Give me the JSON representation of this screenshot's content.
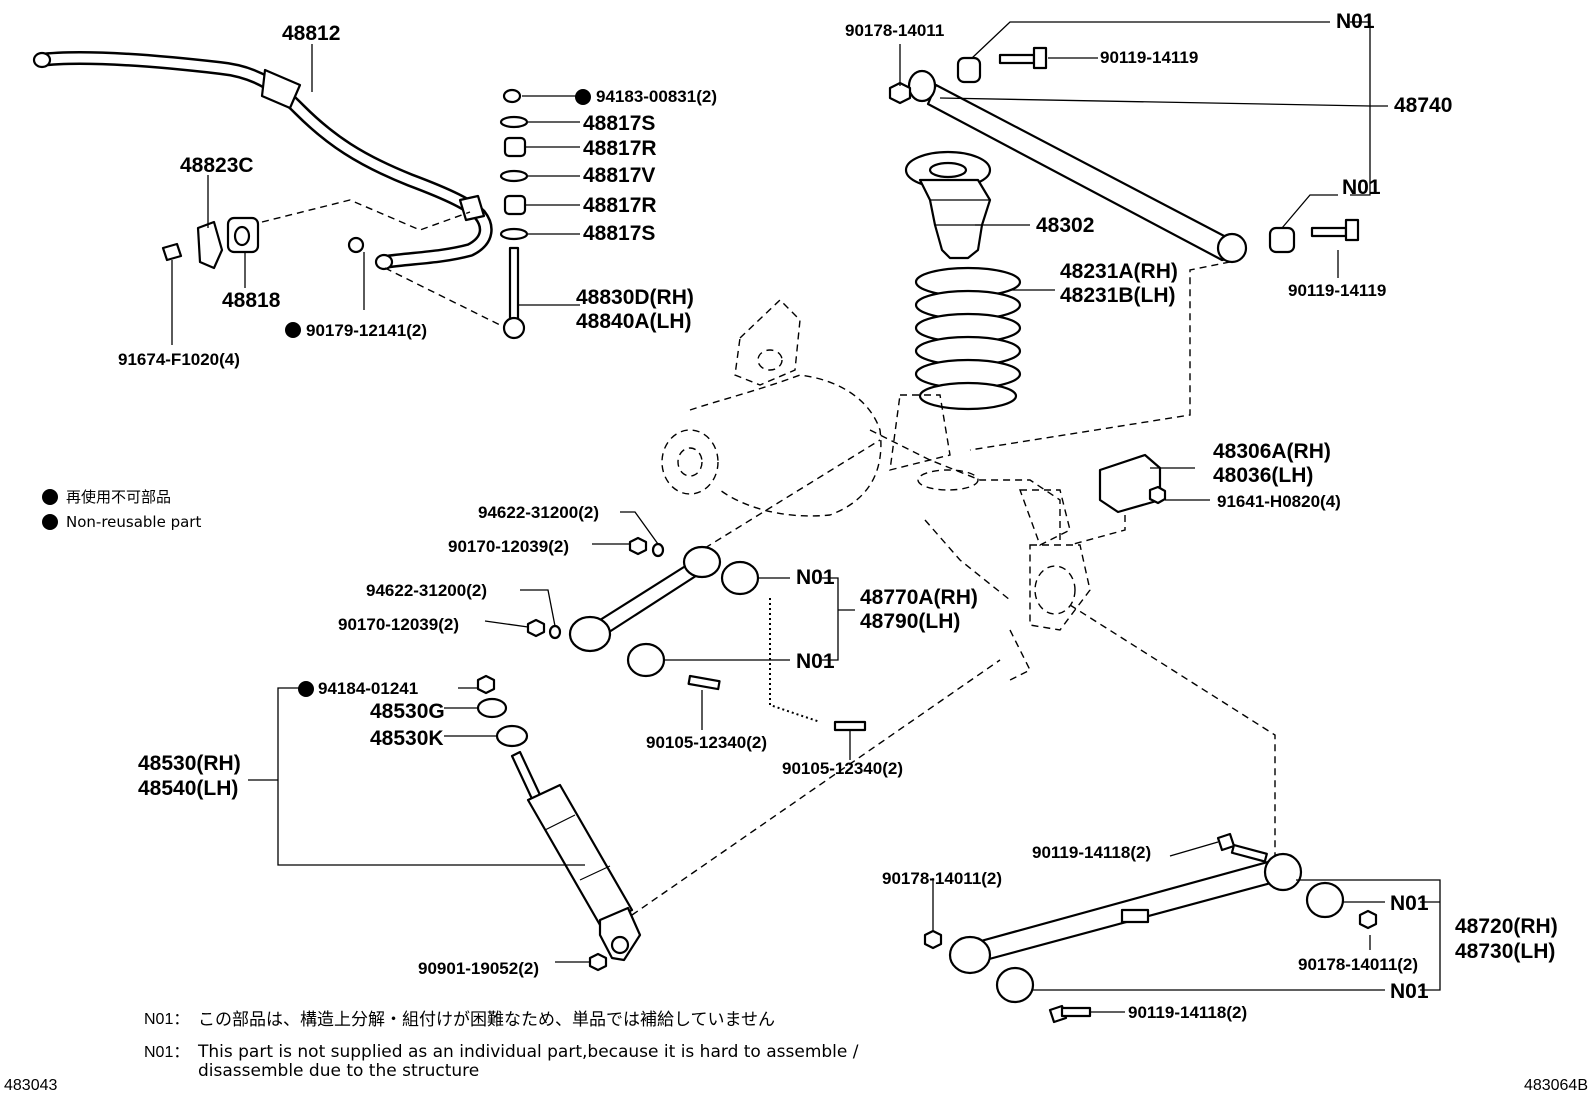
{
  "labels": {
    "p48812": "48812",
    "p48823C": "48823C",
    "p48818": "48818",
    "p91674": "91674-F1020(4)",
    "p90179": "90179-12141(2)",
    "p94183": "94183-00831(2)",
    "p48817S_a": "48817S",
    "p48817R_a": "48817R",
    "p48817V": "48817V",
    "p48817R_b": "48817R",
    "p48817S_b": "48817S",
    "p48830D": "48830D(RH)",
    "p48840A": "48840A(LH)",
    "p90178_top": "90178-14011",
    "p90119_top1": "90119-14119",
    "n01_top": "N01",
    "p48740": "48740",
    "n01_mid": "N01",
    "p90119_top2": "90119-14119",
    "p48302": "48302",
    "p48231A": "48231A(RH)",
    "p48231B": "48231B(LH)",
    "p48306A": "48306A(RH)",
    "p48036": "48036(LH)",
    "p91641": "91641-H0820(4)",
    "p94622_a": "94622-31200(2)",
    "p90170_a": "90170-12039(2)",
    "p94622_b": "94622-31200(2)",
    "p90170_b": "90170-12039(2)",
    "n01_lat_a": "N01",
    "n01_lat_b": "N01",
    "p48770A": "48770A(RH)",
    "p48790": "48790(LH)",
    "p90105_a": "90105-12340(2)",
    "p90105_b": "90105-12340(2)",
    "p94184": "94184-01241",
    "p48530G": "48530G",
    "p48530K": "48530K",
    "p48530": "48530(RH)",
    "p48540": "48540(LH)",
    "p90901": "90901-19052(2)",
    "p90119_lo1": "90119-14118(2)",
    "p90178_lo1": "90178-14011(2)",
    "n01_lo1": "N01",
    "p48720": "48720(RH)",
    "p48730": "48730(LH)",
    "p90178_lo2": "90178-14011(2)",
    "n01_lo2": "N01",
    "p90119_lo2": "90119-14118(2)"
  },
  "legend": {
    "ja": "再使用不可部品",
    "en": "Non-reusable part"
  },
  "notes": {
    "code": "N01：",
    "ja": "この部品は、構造上分解・組付けが困難なため、単品では補給していません",
    "en_line1": "This part is not supplied as an individual part,because it is hard to assemble /",
    "en_line2": "disassemble due to the structure"
  },
  "footer": {
    "left_id": "483043",
    "right_id": "483064B"
  }
}
